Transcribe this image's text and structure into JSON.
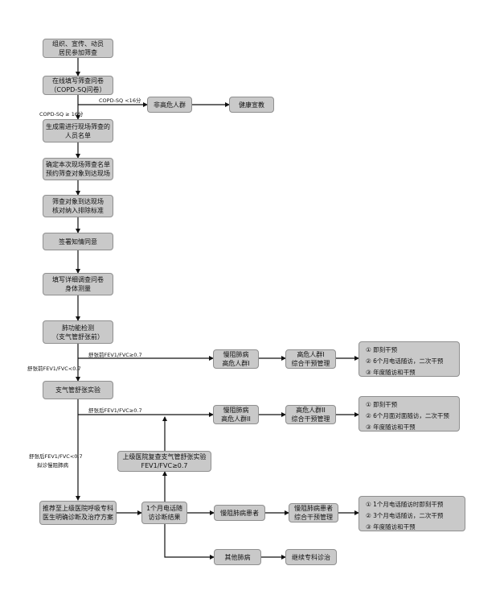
{
  "boxes": {
    "organize": [
      "组织、宣传、动员",
      "居民参加筛查"
    ],
    "questionnaire": [
      "在线填写筛查问卷",
      "（COPD-SQ问卷）"
    ],
    "nonhigh": [
      "非高危人群"
    ],
    "health_edu": [
      "健康宣教"
    ],
    "namelist": [
      "生成需进行现场筛查的",
      "人员名单"
    ],
    "confirm": [
      "确定本次现场筛查名单",
      "预约筛查对象到达现场"
    ],
    "arrive": [
      "筛查对象到达现场",
      "核对纳入排除标准"
    ],
    "consent": [
      "签署知情同意"
    ],
    "survey": [
      "填写详细调查问卷",
      "身体测量"
    ],
    "lungfunc": [
      "肺功能检测",
      "（支气管舒张前）"
    ],
    "highrisk1": [
      "慢阻肺病",
      "高危人群I"
    ],
    "mgmt1": [
      "高危人群I",
      "综合干预管理"
    ],
    "bronch": [
      "支气管舒张实验"
    ],
    "highrisk2": [
      "慢阻肺病",
      "高危人群II"
    ],
    "mgmt2": [
      "高危人群II",
      "综合干预管理"
    ],
    "recheck": [
      "上级医院复查支气管舒张实验",
      "FEV1/FVC≥0.7"
    ],
    "refer": [
      "推荐至上级医院呼吸专科",
      "医生明确诊断及治疗方案"
    ],
    "followup": [
      "1个月电话随",
      "访诊断结果"
    ],
    "patient": [
      "慢阻肺病患者"
    ],
    "mgmt3": [
      "慢阻肺病患者",
      "综合干预管理"
    ],
    "other": [
      "其他肺病"
    ],
    "specialty": [
      "继续专科诊治"
    ]
  },
  "lists": {
    "list1": [
      "① 即刻干预",
      "② 6个月电话随访，二次干预",
      "③ 年度随访和干预"
    ],
    "list2": [
      "① 即刻干预",
      "② 6个月面对面随访，二次干预",
      "③ 年度随访和干预"
    ],
    "list3": [
      "① 1个月电话随访时即刻干预",
      "② 3个月电话随访，二次干预",
      "③ 年度随访和干预"
    ]
  },
  "labels": {
    "sq_low": "COPD-SQ <16分",
    "sq_high": "COPD-SQ ≥ 16分",
    "pre_ge": "舒张前FEV1/FVC≥0.7",
    "pre_lt": "舒张前FEV1/FVC<0.7",
    "post_ge": "舒张后FEV1/FVC≥0.7",
    "post_lt": "舒张后FEV1/FVC<0.7",
    "suspect": "拟诊慢阻肺病"
  },
  "colors": {
    "box_fill": "#c9c9c9",
    "box_border": "#8f8f8f",
    "line": "#111111"
  }
}
